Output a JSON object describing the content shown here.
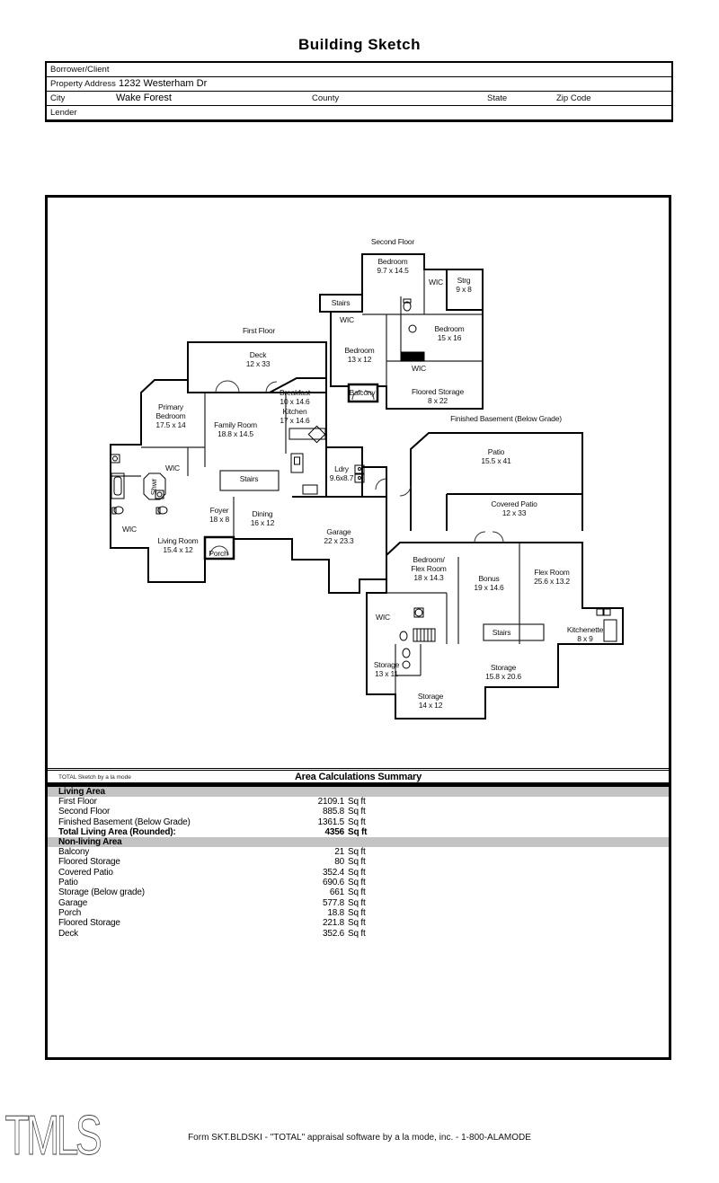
{
  "title": "Building Sketch",
  "form": {
    "borrower_label": "Borrower/Client",
    "property_label": "Property Address",
    "property_value": "1232 Westerham Dr",
    "city_label": "City",
    "city_value": "Wake Forest",
    "county_label": "County",
    "state_label": "State",
    "zip_label": "Zip Code",
    "lender_label": "Lender"
  },
  "sketch": {
    "labels": {
      "second_floor_title": "Second Floor",
      "sf_bedroom_1": "Bedroom\n9.7 x 14.5",
      "sf_wic_1": "WIC",
      "sf_strg": "Strg\n9 x 8",
      "sf_stairs": "Stairs",
      "sf_wic_2": "WIC",
      "sf_bedroom_2": "Bedroom\n13 x 12",
      "sf_bedroom_3": "Bedroom\n15 x 16",
      "sf_wic_3": "WIC",
      "sf_balcony": "Balcony",
      "sf_floored_storage": "Floored Storage\n8 x 22",
      "first_floor_title": "First Floor",
      "ff_deck": "Deck\n12 x 33",
      "ff_primary_bedroom": "Primary\nBedroom\n17.5 x 14",
      "ff_family_room": "Family Room\n18.8 x 14.5",
      "ff_breakfast": "Breakfast\n10 x 14.6",
      "ff_kitchen": "Kitchen\n17 x 14.6",
      "ff_wic_1": "WIC",
      "ff_stairs": "Stairs",
      "ff_ldry": "Ldry\n9.6x8.7",
      "ff_shwr": "Shwr",
      "ff_foyer": "Foyer\n18 x 8",
      "ff_dining": "Dining\n16 x 12",
      "ff_wic_2": "WIC",
      "ff_living_room": "Living Room\n15.4 x 12",
      "ff_porch": "Porch",
      "ff_garage": "Garage\n22 x 23.3",
      "basement_title": "Finished Basement (Below Grade)",
      "bm_patio": "Patio\n15.5 x 41",
      "bm_covered_patio": "Covered Patio\n12 x 33",
      "bm_bedroom_flex": "Bedroom/\nFlex Room\n18 x 14.3",
      "bm_bonus": "Bonus\n19 x 14.6",
      "bm_flex_room": "Flex Room\n25.6 x 13.2",
      "bm_wic": "WIC",
      "bm_stairs": "Stairs",
      "bm_kitchenette": "Kitchenette\n8 x 9",
      "bm_storage_1": "Storage\n13 x 11",
      "bm_storage_2": "Storage\n15.8 x 20.6",
      "bm_storage_3": "Storage\n14 x 12"
    }
  },
  "summary": {
    "branding": "TOTAL Sketch by a la mode",
    "title": "Area Calculations Summary",
    "living_header": "Living Area",
    "living_rows": [
      {
        "label": "First Floor",
        "value": "2109.1",
        "unit": "Sq ft"
      },
      {
        "label": "Second Floor",
        "value": "885.8",
        "unit": "Sq ft"
      },
      {
        "label": "Finished Basement (Below Grade)",
        "value": "1361.5",
        "unit": "Sq ft"
      }
    ],
    "total_row": {
      "label": "Total Living Area (Rounded):",
      "value": "4356",
      "unit": "Sq ft"
    },
    "nonliving_header": "Non-living Area",
    "nonliving_rows": [
      {
        "label": "Balcony",
        "value": "21",
        "unit": "Sq ft"
      },
      {
        "label": "Floored Storage",
        "value": "80",
        "unit": "Sq ft"
      },
      {
        "label": "Covered Patio",
        "value": "352.4",
        "unit": "Sq ft"
      },
      {
        "label": "Patio",
        "value": "690.6",
        "unit": "Sq ft"
      },
      {
        "label": "Storage (Below grade)",
        "value": "661",
        "unit": "Sq ft"
      },
      {
        "label": "Garage",
        "value": "577.8",
        "unit": "Sq ft"
      },
      {
        "label": "Porch",
        "value": "18.8",
        "unit": "Sq ft"
      },
      {
        "label": "Floored Storage",
        "value": "221.8",
        "unit": "Sq ft"
      },
      {
        "label": "Deck",
        "value": "352.6",
        "unit": "Sq ft"
      }
    ]
  },
  "footer": {
    "logo": "TMLS",
    "form_line": "Form SKT.BLDSKI - \"TOTAL\" appraisal software by a la mode, inc. - 1-800-ALAMODE"
  }
}
